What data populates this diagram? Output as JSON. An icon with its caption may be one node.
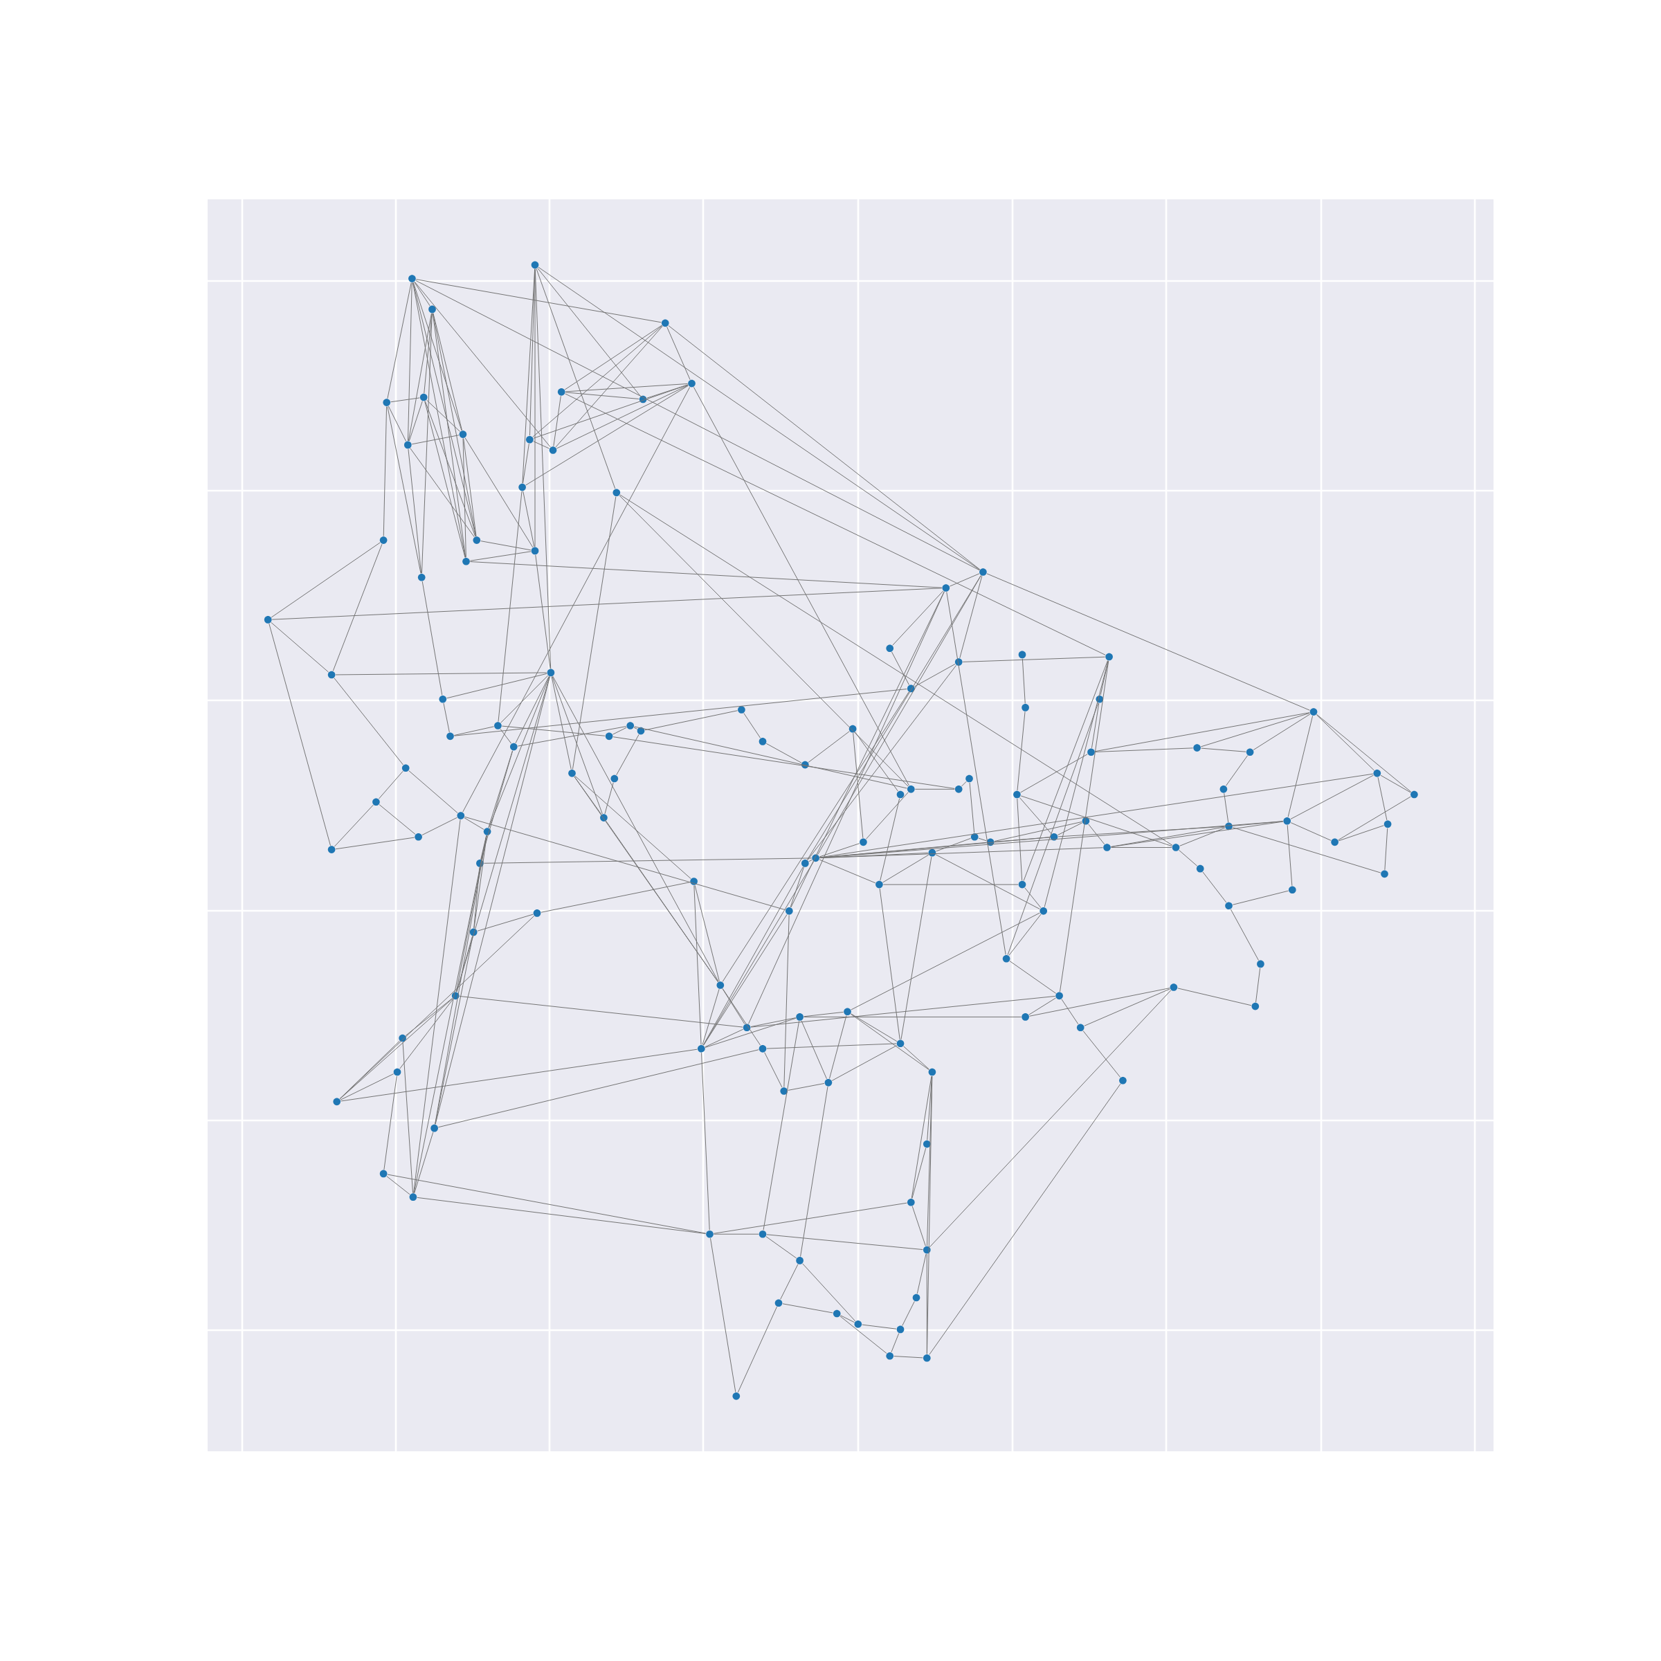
{
  "diagram": {
    "nodes": [
      {
        "text": [],
        "shape": "circle"
      },
      {
        "text": [],
        "shape": "circle"
      },
      {
        "text": [],
        "shape": "circle"
      },
      {
        "text": [],
        "shape": "circle"
      },
      {
        "text": [],
        "shape": "circle"
      },
      {
        "text": [],
        "shape": "circle"
      },
      {
        "text": [],
        "shape": "circle"
      },
      {
        "text": [],
        "shape": "circle"
      },
      {
        "text": [],
        "shape": "circle"
      },
      {
        "text": [],
        "shape": "circle"
      },
      {
        "text": [],
        "shape": "circle"
      },
      {
        "text": [],
        "shape": "circle"
      },
      {
        "text": [],
        "shape": "circle"
      },
      {
        "text": [],
        "shape": "circle"
      },
      {
        "text": [],
        "shape": "circle"
      },
      {
        "text": [],
        "shape": "circle"
      },
      {
        "text": [],
        "shape": "circle"
      },
      {
        "text": [],
        "shape": "circle"
      },
      {
        "text": [],
        "shape": "circle"
      },
      {
        "text": [],
        "shape": "circle"
      },
      {
        "text": [],
        "shape": "circle"
      },
      {
        "text": [],
        "shape": "circle"
      },
      {
        "text": [],
        "shape": "circle"
      },
      {
        "text": [],
        "shape": "circle"
      },
      {
        "text": [],
        "shape": "circle"
      },
      {
        "text": [],
        "shape": "circle"
      },
      {
        "text": [],
        "shape": "circle"
      },
      {
        "text": [],
        "shape": "circle"
      },
      {
        "text": [],
        "shape": "circle"
      },
      {
        "text": [],
        "shape": "circle"
      },
      {
        "text": [],
        "shape": "circle"
      },
      {
        "text": [],
        "shape": "circle"
      },
      {
        "text": [],
        "shape": "circle"
      },
      {
        "text": [],
        "shape": "circle"
      },
      {
        "text": [],
        "shape": "circle"
      },
      {
        "text": [],
        "shape": "circle"
      },
      {
        "text": [],
        "shape": "circle"
      },
      {
        "text": [],
        "shape": "circle"
      },
      {
        "text": [],
        "shape": "circle"
      },
      {
        "text": [],
        "shape": "circle"
      },
      {
        "text": [],
        "shape": "circle"
      },
      {
        "text": [],
        "shape": "circle"
      },
      {
        "text": [],
        "shape": "circle"
      },
      {
        "text": [],
        "shape": "circle"
      },
      {
        "text": [],
        "shape": "circle"
      },
      {
        "text": [],
        "shape": "circle"
      },
      {
        "text": [],
        "shape": "circle"
      },
      {
        "text": [],
        "shape": "circle"
      },
      {
        "text": [],
        "shape": "circle"
      },
      {
        "text": [],
        "shape": "circle"
      },
      {
        "text": [],
        "shape": "circle"
      },
      {
        "text": [],
        "shape": "circle"
      },
      {
        "text": [],
        "shape": "circle"
      },
      {
        "text": [],
        "shape": "circle"
      },
      {
        "text": [],
        "shape": "circle"
      },
      {
        "text": [],
        "shape": "circle"
      },
      {
        "text": [],
        "shape": "circle"
      },
      {
        "text": [],
        "shape": "circle"
      },
      {
        "text": [],
        "shape": "circle"
      },
      {
        "text": [],
        "shape": "circle"
      },
      {
        "text": [],
        "shape": "circle"
      },
      {
        "text": [],
        "shape": "circle"
      },
      {
        "text": [],
        "shape": "circle"
      },
      {
        "text": [],
        "shape": "circle"
      },
      {
        "text": [],
        "shape": "circle"
      },
      {
        "text": [],
        "shape": "circle"
      },
      {
        "text": [],
        "shape": "circle"
      },
      {
        "text": [],
        "shape": "circle"
      },
      {
        "text": [],
        "shape": "circle"
      },
      {
        "text": [],
        "shape": "circle"
      },
      {
        "text": [],
        "shape": "circle"
      },
      {
        "text": [],
        "shape": "circle"
      },
      {
        "text": [],
        "shape": "circle"
      },
      {
        "text": [],
        "shape": "circle"
      },
      {
        "text": [],
        "shape": "circle"
      },
      {
        "text": [],
        "shape": "circle"
      },
      {
        "text": [],
        "shape": "circle"
      },
      {
        "text": [],
        "shape": "circle"
      },
      {
        "text": [],
        "shape": "circle"
      },
      {
        "text": [],
        "shape": "circle"
      },
      {
        "text": [],
        "shape": "circle"
      },
      {
        "text": [],
        "shape": "circle"
      },
      {
        "text": [],
        "shape": "circle"
      },
      {
        "text": [],
        "shape": "circle"
      },
      {
        "text": [],
        "shape": "circle"
      },
      {
        "text": [],
        "shape": "circle"
      },
      {
        "text": [],
        "shape": "circle"
      },
      {
        "text": [],
        "shape": "circle"
      },
      {
        "text": [],
        "shape": "circle"
      },
      {
        "text": [],
        "shape": "circle"
      },
      {
        "text": [],
        "shape": "circle"
      },
      {
        "text": [],
        "shape": "circle"
      },
      {
        "text": [],
        "shape": "circle"
      },
      {
        "text": [],
        "shape": "circle"
      },
      {
        "text": [],
        "shape": "circle"
      },
      {
        "text": [],
        "shape": "circle"
      },
      {
        "text": [],
        "shape": "circle"
      },
      {
        "text": [],
        "shape": "circle"
      },
      {
        "text": [],
        "shape": "circle"
      },
      {
        "text": [],
        "shape": "circle"
      },
      {
        "text": [],
        "shape": "circle"
      },
      {
        "text": [],
        "shape": "circle"
      },
      {
        "text": [],
        "shape": "circle"
      },
      {
        "text": [],
        "shape": "circle"
      },
      {
        "text": [],
        "shape": "circle"
      },
      {
        "text": [],
        "shape": "circle"
      },
      {
        "text": [],
        "shape": "circle"
      },
      {
        "text": [],
        "shape": "circle"
      },
      {
        "text": [],
        "shape": "circle"
      },
      {
        "text": [],
        "shape": "circle"
      },
      {
        "text": [],
        "shape": "circle"
      },
      {
        "text": [],
        "shape": "circle"
      },
      {
        "text": [],
        "shape": "circle"
      },
      {
        "text": [],
        "shape": "circle"
      },
      {
        "text": [],
        "shape": "circle"
      },
      {
        "text": [],
        "shape": "circle"
      },
      {
        "text": [],
        "shape": "circle"
      },
      {
        "text": [],
        "shape": "circle"
      },
      {
        "text": [],
        "shape": "circle"
      },
      {
        "text": [],
        "shape": "circle"
      },
      {
        "text": [],
        "shape": "circle"
      },
      {
        "text": [],
        "shape": "circle"
      },
      {
        "text": [],
        "shape": "circle"
      },
      {
        "text": [],
        "shape": "circle"
      },
      {
        "text": [],
        "shape": "circle"
      },
      {
        "text": [],
        "shape": "circle"
      },
      {
        "text": [],
        "shape": "circle"
      },
      {
        "text": [],
        "shape": "circle"
      },
      {
        "text": [],
        "shape": "circle"
      }
    ],
    "edges": [
      {
        "from": 0,
        "to": 2,
        "arrow": "none"
      },
      {
        "from": 0,
        "to": 5,
        "arrow": "none"
      },
      {
        "from": 0,
        "to": 9,
        "arrow": "none"
      },
      {
        "from": 0,
        "to": 10,
        "arrow": "none"
      },
      {
        "from": 0,
        "to": 16,
        "arrow": "none"
      },
      {
        "from": 0,
        "to": 17,
        "arrow": "none"
      },
      {
        "from": 0,
        "to": 73,
        "arrow": "none"
      },
      {
        "from": 0,
        "to": 3,
        "arrow": "none"
      },
      {
        "from": 0,
        "to": 12,
        "arrow": "none"
      },
      {
        "from": 2,
        "to": 9,
        "arrow": "none"
      },
      {
        "from": 2,
        "to": 10,
        "arrow": "none"
      },
      {
        "from": 2,
        "to": 16,
        "arrow": "none"
      },
      {
        "from": 2,
        "to": 17,
        "arrow": "none"
      },
      {
        "from": 2,
        "to": 19,
        "arrow": "none"
      },
      {
        "from": 2,
        "to": 6,
        "arrow": "none"
      },
      {
        "from": 1,
        "to": 11,
        "arrow": "none"
      },
      {
        "from": 1,
        "to": 13,
        "arrow": "none"
      },
      {
        "from": 1,
        "to": 18,
        "arrow": "none"
      },
      {
        "from": 1,
        "to": 8,
        "arrow": "none"
      },
      {
        "from": 1,
        "to": 73,
        "arrow": "none"
      },
      {
        "from": 1,
        "to": 14,
        "arrow": "none"
      },
      {
        "from": 1,
        "to": 22,
        "arrow": "none"
      },
      {
        "from": 3,
        "to": 4,
        "arrow": "none"
      },
      {
        "from": 3,
        "to": 7,
        "arrow": "none"
      },
      {
        "from": 3,
        "to": 12,
        "arrow": "none"
      },
      {
        "from": 3,
        "to": 11,
        "arrow": "none"
      },
      {
        "from": 4,
        "to": 7,
        "arrow": "none"
      },
      {
        "from": 4,
        "to": 11,
        "arrow": "none"
      },
      {
        "from": 4,
        "to": 13,
        "arrow": "none"
      },
      {
        "from": 4,
        "to": 12,
        "arrow": "none"
      },
      {
        "from": 4,
        "to": 33,
        "arrow": "none"
      },
      {
        "from": 4,
        "to": 65,
        "arrow": "none"
      },
      {
        "from": 5,
        "to": 6,
        "arrow": "none"
      },
      {
        "from": 5,
        "to": 9,
        "arrow": "none"
      },
      {
        "from": 5,
        "to": 15,
        "arrow": "none"
      },
      {
        "from": 5,
        "to": 19,
        "arrow": "none"
      },
      {
        "from": 6,
        "to": 9,
        "arrow": "none"
      },
      {
        "from": 6,
        "to": 10,
        "arrow": "none"
      },
      {
        "from": 6,
        "to": 16,
        "arrow": "none"
      },
      {
        "from": 6,
        "to": 17,
        "arrow": "none"
      },
      {
        "from": 9,
        "to": 10,
        "arrow": "none"
      },
      {
        "from": 9,
        "to": 19,
        "arrow": "none"
      },
      {
        "from": 9,
        "to": 16,
        "arrow": "none"
      },
      {
        "from": 10,
        "to": 16,
        "arrow": "none"
      },
      {
        "from": 10,
        "to": 17,
        "arrow": "none"
      },
      {
        "from": 10,
        "to": 18,
        "arrow": "none"
      },
      {
        "from": 11,
        "to": 12,
        "arrow": "none"
      },
      {
        "from": 11,
        "to": 13,
        "arrow": "none"
      },
      {
        "from": 12,
        "to": 7,
        "arrow": "none"
      },
      {
        "from": 7,
        "to": 8,
        "arrow": "none"
      },
      {
        "from": 8,
        "to": 4,
        "arrow": "none"
      },
      {
        "from": 13,
        "to": 18,
        "arrow": "none"
      },
      {
        "from": 13,
        "to": 24,
        "arrow": "none"
      },
      {
        "from": 14,
        "to": 29,
        "arrow": "none"
      },
      {
        "from": 14,
        "to": 65,
        "arrow": "none"
      },
      {
        "from": 15,
        "to": 21,
        "arrow": "none"
      },
      {
        "from": 15,
        "to": 20,
        "arrow": "none"
      },
      {
        "from": 16,
        "to": 18,
        "arrow": "none"
      },
      {
        "from": 17,
        "to": 18,
        "arrow": "none"
      },
      {
        "from": 17,
        "to": 72,
        "arrow": "none"
      },
      {
        "from": 18,
        "to": 22,
        "arrow": "none"
      },
      {
        "from": 19,
        "to": 23,
        "arrow": "none"
      },
      {
        "from": 20,
        "to": 21,
        "arrow": "none"
      },
      {
        "from": 20,
        "to": 35,
        "arrow": "none"
      },
      {
        "from": 20,
        "to": 72,
        "arrow": "none"
      },
      {
        "from": 21,
        "to": 31,
        "arrow": "none"
      },
      {
        "from": 21,
        "to": 22,
        "arrow": "none"
      },
      {
        "from": 22,
        "to": 23,
        "arrow": "none"
      },
      {
        "from": 22,
        "to": 24,
        "arrow": "none"
      },
      {
        "from": 22,
        "to": 25,
        "arrow": "none"
      },
      {
        "from": 22,
        "to": 29,
        "arrow": "none"
      },
      {
        "from": 22,
        "to": 36,
        "arrow": "none"
      },
      {
        "from": 22,
        "to": 49,
        "arrow": "none"
      },
      {
        "from": 22,
        "to": 34,
        "arrow": "none"
      },
      {
        "from": 22,
        "to": 41,
        "arrow": "none"
      },
      {
        "from": 22,
        "to": 45,
        "arrow": "none"
      },
      {
        "from": 24,
        "to": 25,
        "arrow": "none"
      },
      {
        "from": 24,
        "to": 26,
        "arrow": "none"
      },
      {
        "from": 24,
        "to": 28,
        "arrow": "none"
      },
      {
        "from": 25,
        "to": 27,
        "arrow": "none"
      },
      {
        "from": 25,
        "to": 34,
        "arrow": "none"
      },
      {
        "from": 25,
        "to": 37,
        "arrow": "none"
      },
      {
        "from": 26,
        "to": 23,
        "arrow": "none"
      },
      {
        "from": 27,
        "to": 28,
        "arrow": "none"
      },
      {
        "from": 27,
        "to": 65,
        "arrow": "none"
      },
      {
        "from": 28,
        "to": 66,
        "arrow": "none"
      },
      {
        "from": 29,
        "to": 36,
        "arrow": "none"
      },
      {
        "from": 29,
        "to": 49,
        "arrow": "none"
      },
      {
        "from": 29,
        "to": 48,
        "arrow": "none"
      },
      {
        "from": 30,
        "to": 36,
        "arrow": "none"
      },
      {
        "from": 31,
        "to": 32,
        "arrow": "none"
      },
      {
        "from": 31,
        "to": 33,
        "arrow": "none"
      },
      {
        "from": 32,
        "to": 35,
        "arrow": "none"
      },
      {
        "from": 32,
        "to": 38,
        "arrow": "none"
      },
      {
        "from": 33,
        "to": 34,
        "arrow": "none"
      },
      {
        "from": 34,
        "to": 37,
        "arrow": "none"
      },
      {
        "from": 34,
        "to": 40,
        "arrow": "none"
      },
      {
        "from": 34,
        "to": 41,
        "arrow": "none"
      },
      {
        "from": 34,
        "to": 45,
        "arrow": "none"
      },
      {
        "from": 34,
        "to": 47,
        "arrow": "none"
      },
      {
        "from": 37,
        "to": 40,
        "arrow": "none"
      },
      {
        "from": 40,
        "to": 41,
        "arrow": "none"
      },
      {
        "from": 40,
        "to": 45,
        "arrow": "none"
      },
      {
        "from": 41,
        "to": 42,
        "arrow": "none"
      },
      {
        "from": 41,
        "to": 43,
        "arrow": "none"
      },
      {
        "from": 41,
        "to": 44,
        "arrow": "none"
      },
      {
        "from": 42,
        "to": 43,
        "arrow": "none"
      },
      {
        "from": 43,
        "to": 44,
        "arrow": "none"
      },
      {
        "from": 44,
        "to": 46,
        "arrow": "none"
      },
      {
        "from": 45,
        "to": 47,
        "arrow": "none"
      },
      {
        "from": 46,
        "to": 47,
        "arrow": "none"
      },
      {
        "from": 42,
        "to": 47,
        "arrow": "none"
      },
      {
        "from": 33,
        "to": 47,
        "arrow": "none"
      },
      {
        "from": 35,
        "to": 38,
        "arrow": "none"
      },
      {
        "from": 38,
        "to": 33,
        "arrow": "none"
      },
      {
        "from": 39,
        "to": 40,
        "arrow": "none"
      },
      {
        "from": 39,
        "to": 43,
        "arrow": "none"
      },
      {
        "from": 39,
        "to": 48,
        "arrow": "none"
      },
      {
        "from": 36,
        "to": 49,
        "arrow": "none"
      },
      {
        "from": 48,
        "to": 51,
        "arrow": "none"
      },
      {
        "from": 48,
        "to": 49,
        "arrow": "none"
      },
      {
        "from": 49,
        "to": 50,
        "arrow": "none"
      },
      {
        "from": 49,
        "to": 51,
        "arrow": "none"
      },
      {
        "from": 49,
        "to": 52,
        "arrow": "none"
      },
      {
        "from": 50,
        "to": 51,
        "arrow": "none"
      },
      {
        "from": 50,
        "to": 53,
        "arrow": "none"
      },
      {
        "from": 51,
        "to": 53,
        "arrow": "none"
      },
      {
        "from": 52,
        "to": 54,
        "arrow": "none"
      },
      {
        "from": 53,
        "to": 55,
        "arrow": "none"
      },
      {
        "from": 53,
        "to": 56,
        "arrow": "none"
      },
      {
        "from": 54,
        "to": 55,
        "arrow": "none"
      },
      {
        "from": 55,
        "to": 56,
        "arrow": "none"
      },
      {
        "from": 56,
        "to": 57,
        "arrow": "none"
      },
      {
        "from": 57,
        "to": 58,
        "arrow": "none"
      },
      {
        "from": 58,
        "to": 59,
        "arrow": "none"
      },
      {
        "from": 51,
        "to": 60,
        "arrow": "none"
      },
      {
        "from": 51,
        "to": 61,
        "arrow": "none"
      },
      {
        "from": 51,
        "to": 62,
        "arrow": "none"
      },
      {
        "from": 62,
        "to": 60,
        "arrow": "none"
      },
      {
        "from": 60,
        "to": 73,
        "arrow": "none"
      },
      {
        "from": 61,
        "to": 73,
        "arrow": "none"
      },
      {
        "from": 62,
        "to": 72,
        "arrow": "none"
      },
      {
        "from": 50,
        "to": 72,
        "arrow": "none"
      },
      {
        "from": 49,
        "to": 70,
        "arrow": "none"
      },
      {
        "from": 60,
        "to": 61,
        "arrow": "none"
      },
      {
        "from": 61,
        "to": 63,
        "arrow": "none"
      },
      {
        "from": 61,
        "to": 64,
        "arrow": "none"
      },
      {
        "from": 61,
        "to": 67,
        "arrow": "none"
      },
      {
        "from": 61,
        "to": 69,
        "arrow": "none"
      },
      {
        "from": 61,
        "to": 81,
        "arrow": "none"
      },
      {
        "from": 61,
        "to": 83,
        "arrow": "none"
      },
      {
        "from": 61,
        "to": 98,
        "arrow": "none"
      },
      {
        "from": 61,
        "to": 100,
        "arrow": "none"
      },
      {
        "from": 64,
        "to": 67,
        "arrow": "none"
      },
      {
        "from": 63,
        "to": 65,
        "arrow": "none"
      },
      {
        "from": 65,
        "to": 66,
        "arrow": "none"
      },
      {
        "from": 67,
        "to": 68,
        "arrow": "none"
      },
      {
        "from": 68,
        "to": 69,
        "arrow": "none"
      },
      {
        "from": 69,
        "to": 81,
        "arrow": "none"
      },
      {
        "from": 69,
        "to": 82,
        "arrow": "none"
      },
      {
        "from": 81,
        "to": 82,
        "arrow": "none"
      },
      {
        "from": 82,
        "to": 83,
        "arrow": "none"
      },
      {
        "from": 83,
        "to": 96,
        "arrow": "none"
      },
      {
        "from": 83,
        "to": 97,
        "arrow": "none"
      },
      {
        "from": 83,
        "to": 98,
        "arrow": "none"
      },
      {
        "from": 96,
        "to": 97,
        "arrow": "none"
      },
      {
        "from": 97,
        "to": 98,
        "arrow": "none"
      },
      {
        "from": 98,
        "to": 99,
        "arrow": "none"
      },
      {
        "from": 98,
        "to": 100,
        "arrow": "none"
      },
      {
        "from": 99,
        "to": 101,
        "arrow": "none"
      },
      {
        "from": 100,
        "to": 101,
        "arrow": "none"
      },
      {
        "from": 99,
        "to": 102,
        "arrow": "none"
      },
      {
        "from": 102,
        "to": 103,
        "arrow": "none"
      },
      {
        "from": 98,
        "to": 104,
        "arrow": "none"
      },
      {
        "from": 104,
        "to": 105,
        "arrow": "none"
      },
      {
        "from": 105,
        "to": 106,
        "arrow": "none"
      },
      {
        "from": 106,
        "to": 107,
        "arrow": "none"
      },
      {
        "from": 105,
        "to": 108,
        "arrow": "none"
      },
      {
        "from": 108,
        "to": 96,
        "arrow": "none"
      },
      {
        "from": 92,
        "to": 93,
        "arrow": "none"
      },
      {
        "from": 93,
        "to": 94,
        "arrow": "none"
      },
      {
        "from": 94,
        "to": 97,
        "arrow": "none"
      },
      {
        "from": 95,
        "to": 100,
        "arrow": "none"
      },
      {
        "from": 95,
        "to": 101,
        "arrow": "none"
      },
      {
        "from": 95,
        "to": 98,
        "arrow": "none"
      },
      {
        "from": 95,
        "to": 93,
        "arrow": "none"
      },
      {
        "from": 95,
        "to": 92,
        "arrow": "none"
      },
      {
        "from": 95,
        "to": 78,
        "arrow": "none"
      },
      {
        "from": 92,
        "to": 78,
        "arrow": "none"
      },
      {
        "from": 76,
        "to": 77,
        "arrow": "none"
      },
      {
        "from": 77,
        "to": 78,
        "arrow": "none"
      },
      {
        "from": 76,
        "to": 87,
        "arrow": "none"
      },
      {
        "from": 76,
        "to": 85,
        "arrow": "none"
      },
      {
        "from": 76,
        "to": 84,
        "arrow": "none"
      },
      {
        "from": 77,
        "to": 86,
        "arrow": "none"
      },
      {
        "from": 78,
        "to": 80,
        "arrow": "none"
      },
      {
        "from": 75,
        "to": 79,
        "arrow": "none"
      },
      {
        "from": 79,
        "to": 80,
        "arrow": "none"
      },
      {
        "from": 80,
        "to": 81,
        "arrow": "none"
      },
      {
        "from": 80,
        "to": 84,
        "arrow": "none"
      },
      {
        "from": 84,
        "to": 85,
        "arrow": "none"
      },
      {
        "from": 85,
        "to": 86,
        "arrow": "none"
      },
      {
        "from": 86,
        "to": 87,
        "arrow": "none"
      },
      {
        "from": 87,
        "to": 88,
        "arrow": "none"
      },
      {
        "from": 87,
        "to": 89,
        "arrow": "none"
      },
      {
        "from": 88,
        "to": 91,
        "arrow": "none"
      },
      {
        "from": 89,
        "to": 90,
        "arrow": "none"
      },
      {
        "from": 90,
        "to": 88,
        "arrow": "none"
      },
      {
        "from": 90,
        "to": 107,
        "arrow": "none"
      },
      {
        "from": 71,
        "to": 70,
        "arrow": "none"
      },
      {
        "from": 70,
        "to": 74,
        "arrow": "none"
      },
      {
        "from": 71,
        "to": 72,
        "arrow": "none"
      },
      {
        "from": 72,
        "to": 73,
        "arrow": "none"
      },
      {
        "from": 73,
        "to": 74,
        "arrow": "none"
      },
      {
        "from": 73,
        "to": 95,
        "arrow": "none"
      },
      {
        "from": 74,
        "to": 76,
        "arrow": "none"
      },
      {
        "from": 72,
        "to": 86,
        "arrow": "none"
      },
      {
        "from": 114,
        "to": 66,
        "arrow": "none"
      },
      {
        "from": 114,
        "to": 68,
        "arrow": "none"
      },
      {
        "from": 113,
        "to": 64,
        "arrow": "none"
      },
      {
        "from": 112,
        "to": 63,
        "arrow": "none"
      },
      {
        "from": 109,
        "to": 110,
        "arrow": "none"
      },
      {
        "from": 110,
        "to": 111,
        "arrow": "none"
      },
      {
        "from": 111,
        "to": 112,
        "arrow": "none"
      },
      {
        "from": 112,
        "to": 113,
        "arrow": "none"
      },
      {
        "from": 109,
        "to": 128,
        "arrow": "none"
      },
      {
        "from": 128,
        "to": 27,
        "arrow": "none"
      },
      {
        "from": 128,
        "to": 30,
        "arrow": "none"
      },
      {
        "from": 57,
        "to": 64,
        "arrow": "none"
      },
      {
        "from": 58,
        "to": 121,
        "arrow": "none"
      },
      {
        "from": 58,
        "to": 122,
        "arrow": "none"
      },
      {
        "from": 121,
        "to": 122,
        "arrow": "none"
      },
      {
        "from": 122,
        "to": 123,
        "arrow": "none"
      },
      {
        "from": 123,
        "to": 124,
        "arrow": "none"
      },
      {
        "from": 124,
        "to": 125,
        "arrow": "none"
      },
      {
        "from": 125,
        "to": 126,
        "arrow": "none"
      },
      {
        "from": 126,
        "to": 122,
        "arrow": "none"
      },
      {
        "from": 115,
        "to": 116,
        "arrow": "none"
      },
      {
        "from": 116,
        "to": 117,
        "arrow": "none"
      },
      {
        "from": 117,
        "to": 118,
        "arrow": "none"
      },
      {
        "from": 118,
        "to": 119,
        "arrow": "none"
      },
      {
        "from": 119,
        "to": 120,
        "arrow": "none"
      },
      {
        "from": 120,
        "to": 124,
        "arrow": "none"
      },
      {
        "from": 117,
        "to": 120,
        "arrow": "none"
      },
      {
        "from": 115,
        "to": 121,
        "arrow": "none"
      },
      {
        "from": 116,
        "to": 122,
        "arrow": "none"
      },
      {
        "from": 118,
        "to": 127,
        "arrow": "none"
      },
      {
        "from": 115,
        "to": 127,
        "arrow": "none"
      },
      {
        "from": 119,
        "to": 125,
        "arrow": "none"
      },
      {
        "from": 115,
        "to": 51,
        "arrow": "none"
      },
      {
        "from": 116,
        "to": 53,
        "arrow": "none"
      },
      {
        "from": 117,
        "to": 55,
        "arrow": "none"
      },
      {
        "from": 121,
        "to": 59,
        "arrow": "none"
      },
      {
        "from": 126,
        "to": 58,
        "arrow": "none"
      },
      {
        "from": 122,
        "to": 90,
        "arrow": "none"
      },
      {
        "from": 126,
        "to": 91,
        "arrow": "none"
      },
      {
        "from": 52,
        "to": 57,
        "arrow": "none"
      },
      {
        "from": 56,
        "to": 58,
        "arrow": "none"
      },
      {
        "from": 55,
        "to": 57,
        "arrow": "none"
      },
      {
        "from": 62,
        "to": 54,
        "arrow": "none"
      },
      {
        "from": 43,
        "to": 51,
        "arrow": "none"
      },
      {
        "from": 47,
        "to": 115,
        "arrow": "none"
      },
      {
        "from": 41,
        "to": 50,
        "arrow": "none"
      },
      {
        "from": 14,
        "to": 96,
        "arrow": "none"
      },
      {
        "from": 3,
        "to": 73,
        "arrow": "none"
      },
      {
        "from": 7,
        "to": 76,
        "arrow": "none"
      },
      {
        "from": 87,
        "to": 50,
        "arrow": "none"
      },
      {
        "from": 89,
        "to": 53,
        "arrow": "none"
      },
      {
        "from": 85,
        "to": 56,
        "arrow": "none"
      },
      {
        "from": 97,
        "to": 103,
        "arrow": "none"
      },
      {
        "from": 100,
        "to": 102,
        "arrow": "none"
      },
      {
        "from": 80,
        "to": 96,
        "arrow": "none"
      },
      {
        "from": 81,
        "to": 97,
        "arrow": "none"
      },
      {
        "from": 67,
        "to": 85,
        "arrow": "none"
      },
      {
        "from": 67,
        "to": 57,
        "arrow": "none"
      },
      {
        "from": 74,
        "to": 60,
        "arrow": "none"
      },
      {
        "from": 64,
        "to": 84,
        "arrow": "none"
      },
      {
        "from": 33,
        "to": 62,
        "arrow": "none"
      },
      {
        "from": 37,
        "to": 61,
        "arrow": "none"
      },
      {
        "from": 26,
        "to": 70,
        "arrow": "none"
      },
      {
        "from": 46,
        "to": 115,
        "arrow": "none"
      },
      {
        "from": 45,
        "to": 52,
        "arrow": "none"
      }
    ]
  }
}
